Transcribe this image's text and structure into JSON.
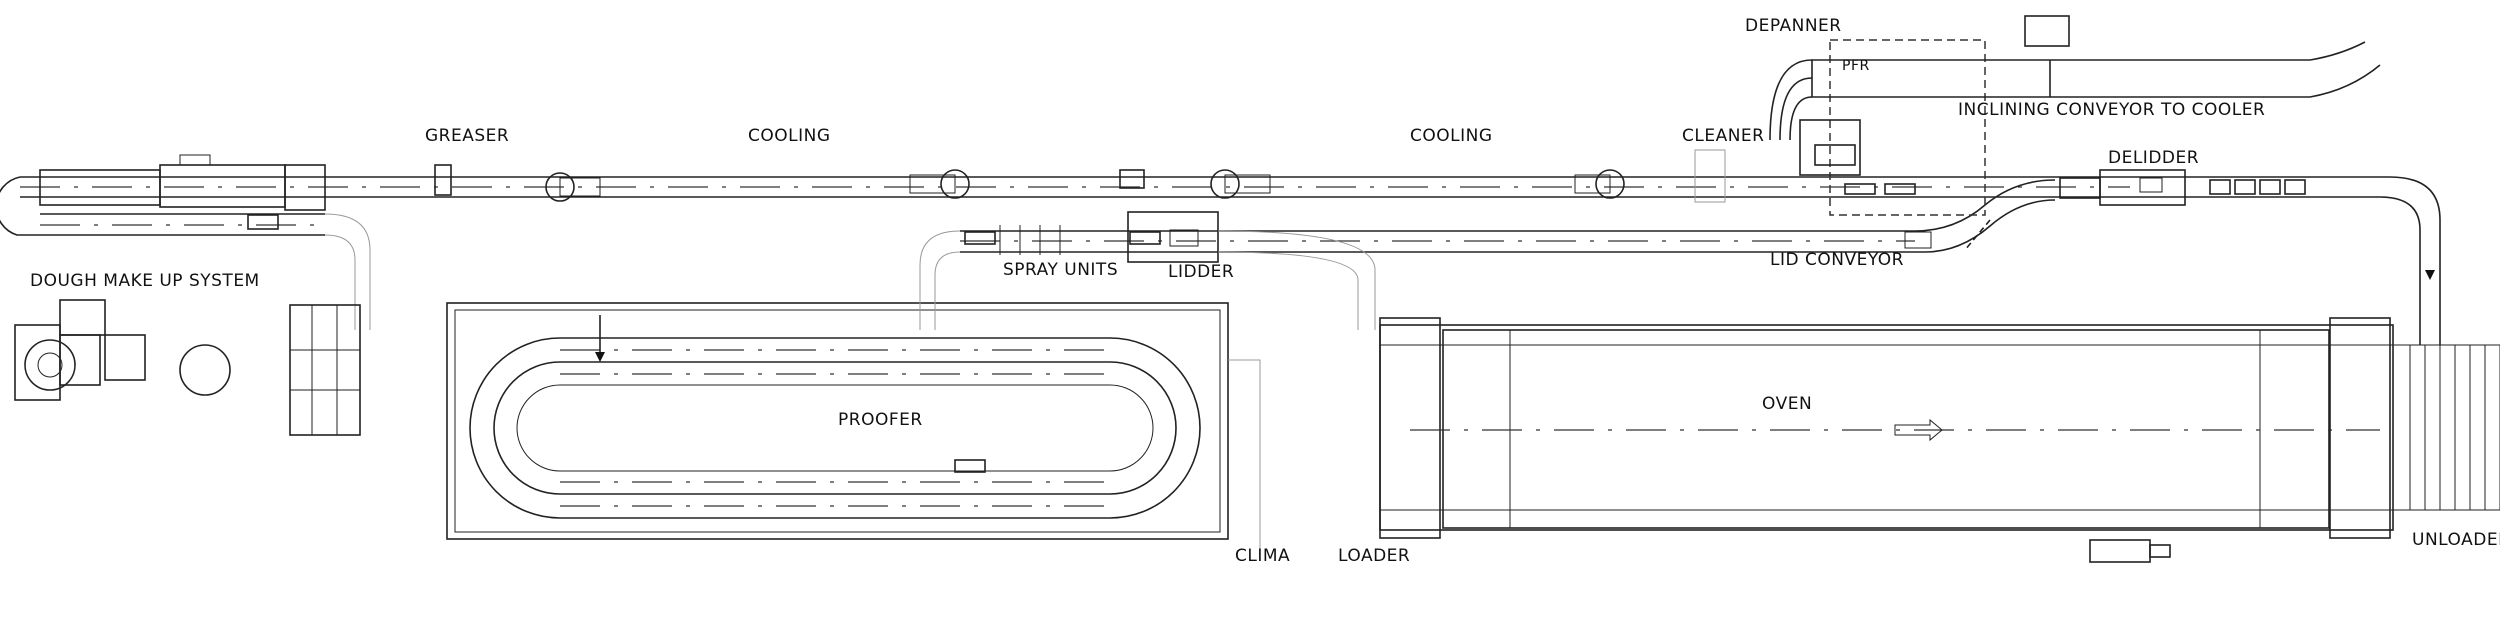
{
  "labels": {
    "greaser": "GREASER",
    "cooling_1": "COOLING",
    "cooling_2": "COOLING",
    "cleaner": "CLEANER",
    "depanner": "DEPANNER",
    "pfr": "PFR",
    "inclining": "INCLINING CONVEYOR TO COOLER",
    "delidder": "DELIDDER",
    "dough": "DOUGH MAKE UP SYSTEM",
    "spray": "SPRAY UNITS",
    "lidder": "LIDDER",
    "lid_conveyor": "LID CONVEYOR",
    "proofer": "PROOFER",
    "oven": "OVEN",
    "clima": "CLIMA",
    "loader": "LOADER",
    "unloader": "UNLOADER"
  }
}
